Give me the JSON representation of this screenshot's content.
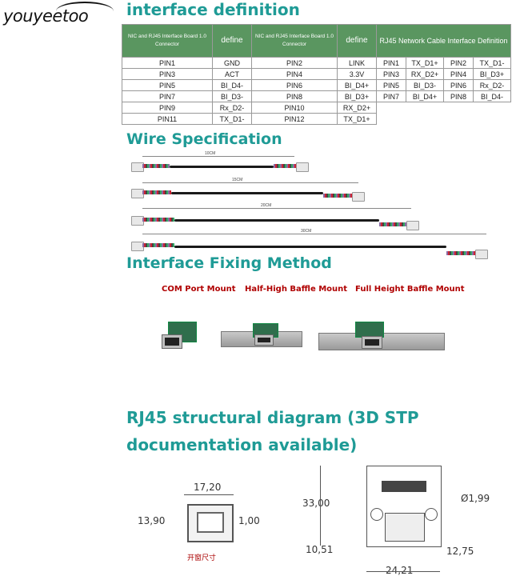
{
  "logo": {
    "text": "youyeetoo"
  },
  "headings": {
    "interface": "interface definition",
    "wire": "Wire Specification",
    "fixing": "Interface Fixing Method",
    "rj45": "RJ45 structural diagram (3D STP documentation available)"
  },
  "table": {
    "headers": {
      "nic1": "NIC and RJ45 Interface Board 1.0 Connector",
      "define1": "define",
      "nic2": "NIC and RJ45 Interface Board 1.0 Connector",
      "define2": "define",
      "rj45": "RJ45 Network Cable Interface Definition"
    },
    "rows": [
      [
        "PIN1",
        "GND",
        "PIN2",
        "LINK"
      ],
      [
        "PIN3",
        "ACT",
        "PIN4",
        "3.3V"
      ],
      [
        "PIN5",
        "BI_D4-",
        "PIN6",
        "BI_D4+"
      ],
      [
        "PIN7",
        "BI_D3-",
        "PIN8",
        "BI_D3+"
      ],
      [
        "PIN9",
        "Rx_D2-",
        "PIN10",
        "RX_D2+"
      ],
      [
        "PIN11",
        "TX_D1-",
        "PIN12",
        "TX_D1+"
      ]
    ],
    "rj45_rows": [
      [
        "PIN1",
        "TX_D1+",
        "PIN2",
        "TX_D1-"
      ],
      [
        "PIN3",
        "RX_D2+",
        "PIN4",
        "BI_D3+"
      ],
      [
        "PIN5",
        "BI_D3-",
        "PIN6",
        "Rx_D2-"
      ],
      [
        "PIN7",
        "BI_D4+",
        "PIN8",
        "BI_D4-"
      ]
    ]
  },
  "cables": [
    {
      "label": "10CM"
    },
    {
      "label": "15CM"
    },
    {
      "label": "20CM"
    },
    {
      "label": "30CM"
    }
  ],
  "mounts": {
    "com": "COM Port Mount",
    "half": "Half-High Baffle Mount",
    "full": "Full Height Baffle Mount"
  },
  "drawing_left": {
    "width": "17,20",
    "height": "13,90",
    "offset": "1,00",
    "caption": "开窗尺寸"
  },
  "drawing_right": {
    "height": "33,00",
    "hole": "Ø1,99",
    "left": "10,51",
    "right": "12,75",
    "bottom": "24,21"
  }
}
